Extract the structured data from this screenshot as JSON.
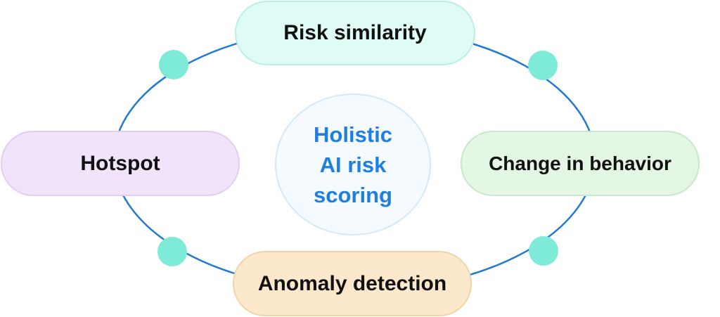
{
  "colors": {
    "ring": "#1E78D6",
    "connector_dot": "#7EEAD8",
    "center_fill": "#F5FAFF",
    "center_border": "#D4E8F8",
    "center_text": "#1F7FE0",
    "label_text": "#111111"
  },
  "center": {
    "lines": [
      "Holistic",
      "AI risk",
      "scoring"
    ]
  },
  "nodes": {
    "top": {
      "label": "Risk similarity",
      "fill": "#DEFBF6",
      "border": "#B8EFE6"
    },
    "left": {
      "label": "Hotspot",
      "fill": "#F1E3FA",
      "border": "#E1CDF1"
    },
    "right": {
      "label": "Change in behavior",
      "fill": "#E4F6E4",
      "border": "#C6E9C8"
    },
    "bottom": {
      "label": "Anomaly detection",
      "fill": "#FCE8CD",
      "border": "#F1D3A6"
    }
  },
  "connector_dots": [
    "top-left",
    "top-right",
    "bottom-left",
    "bottom-right"
  ]
}
